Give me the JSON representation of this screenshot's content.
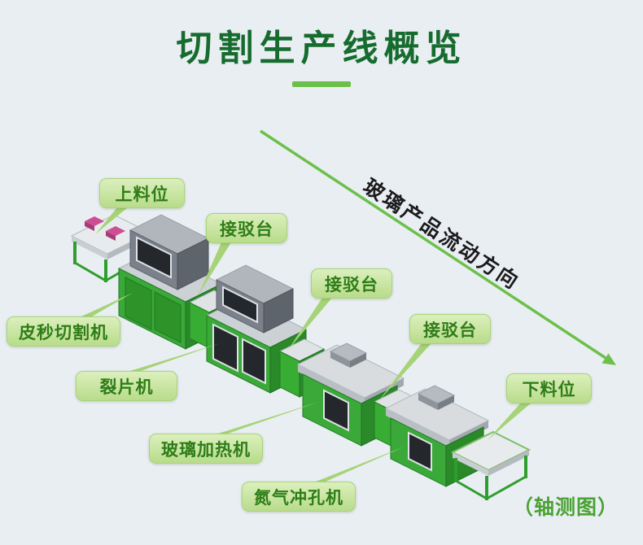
{
  "header": {
    "title": "切割生产线概览"
  },
  "flow": {
    "direction_text": "玻璃产品流动方向"
  },
  "view_note": {
    "text": "（轴测图）"
  },
  "labels": [
    {
      "id": "loading-position",
      "text": "上料位"
    },
    {
      "id": "transfer-table-1",
      "text": "接驳台"
    },
    {
      "id": "transfer-table-2",
      "text": "接驳台"
    },
    {
      "id": "transfer-table-3",
      "text": "接驳台"
    },
    {
      "id": "picosecond-cutting-machine",
      "text": "皮秒切割机"
    },
    {
      "id": "splitting-machine",
      "text": "裂片机"
    },
    {
      "id": "glass-heating-machine",
      "text": "玻璃加热机"
    },
    {
      "id": "nitrogen-punching-machine",
      "text": "氮气冲孔机"
    },
    {
      "id": "unloading-position",
      "text": "下料位"
    }
  ],
  "colors": {
    "background": "#e9eef2",
    "title_green": "#166c2e",
    "accent_green": "#6cc04a",
    "label_background": "#c9e49c",
    "label_text": "#2e7d18",
    "machine_green": "#3aa93a",
    "machine_gray": "#7a818a",
    "flow_text": "#1b1b1d"
  }
}
